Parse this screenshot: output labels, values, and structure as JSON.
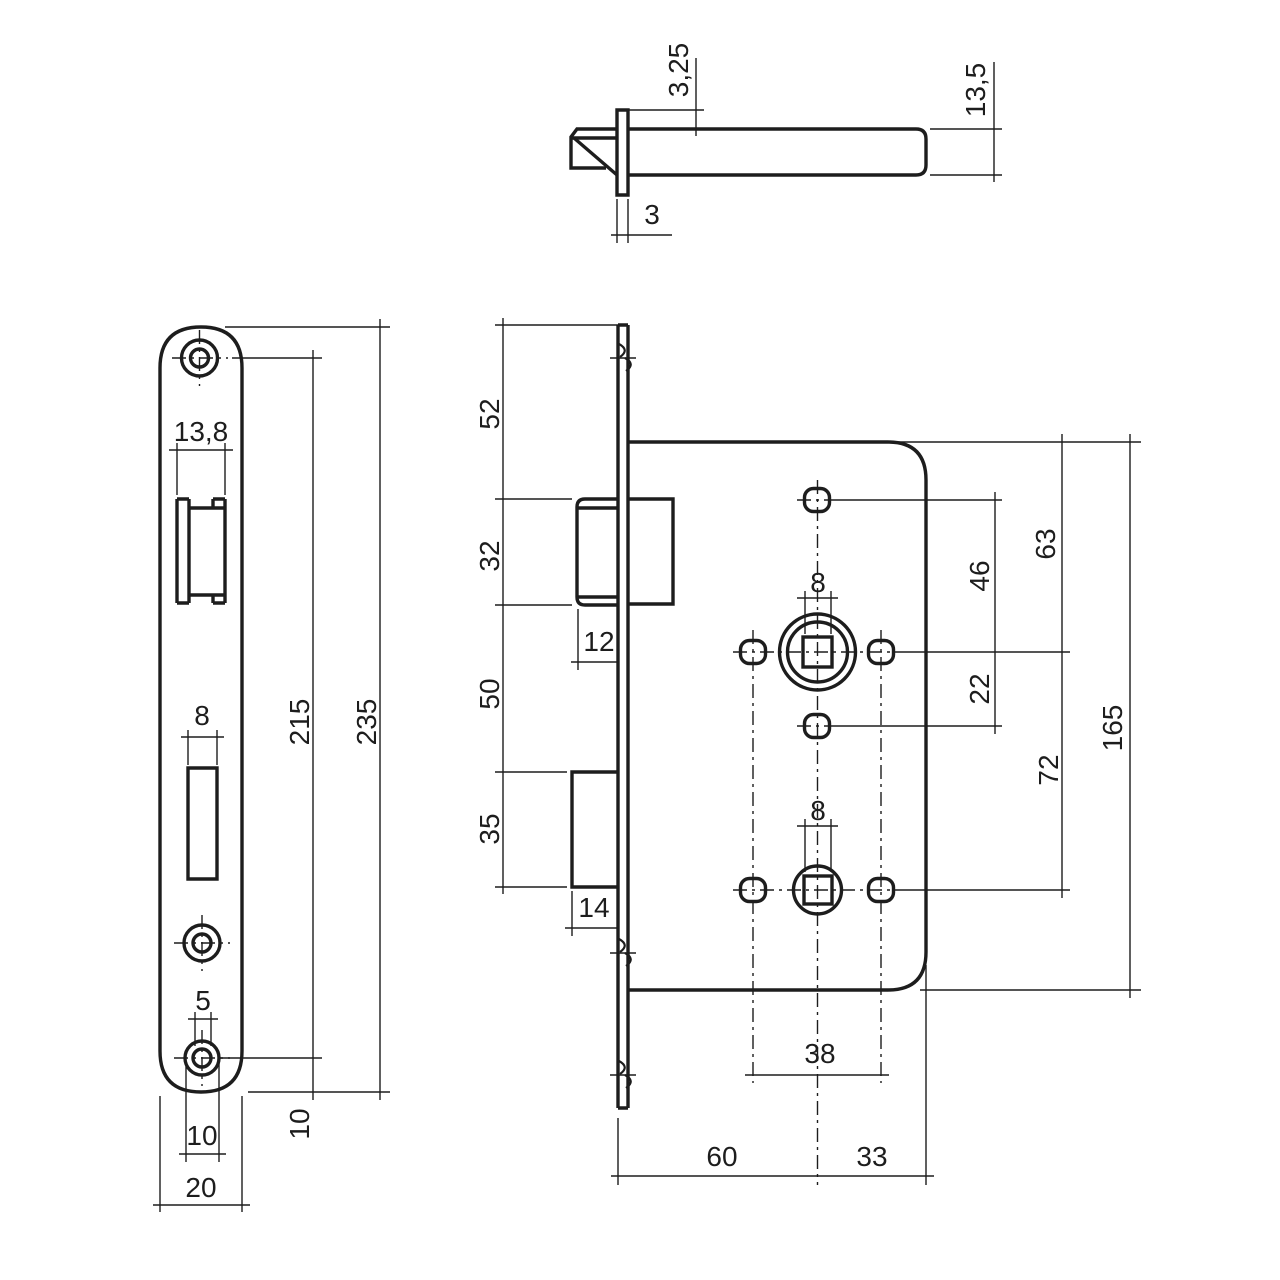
{
  "drawing_type": "mortise-lock technical drawing, three orthographic views",
  "colors": {
    "ink": "#1d1d1d",
    "paper": "#ffffff"
  },
  "views": {
    "latch_profile": {
      "dims": {
        "faceplate_to_body": "3,25",
        "latch_height": "13,5",
        "faceplate_thickness": "3"
      }
    },
    "faceplate_front": {
      "dims": {
        "latch_cutout_width": "13,8",
        "bolt_cutout_width": "8",
        "screw_hole_centers": "215",
        "plate_length": "235",
        "pilot_hole": "5",
        "hole_edge_offset": "10",
        "countersink_width": "10",
        "plate_width": "20"
      }
    },
    "lock_case_side": {
      "dims": {
        "top_to_latch": "52",
        "latch_height": "32",
        "latch_to_bolt": "50",
        "bolt_height": "35",
        "latch_throw": "12",
        "bolt_throw": "14",
        "spindle_square_upper": "8",
        "spindle_square_lower": "8",
        "hole_above_spindle": "46",
        "case_top_to_spindle": "63",
        "spindle_to_hole_below": "22",
        "spindle_centers": "72",
        "case_height": "165",
        "fixing_hole_centers": "38",
        "backset": "60",
        "spindle_to_case_back": "33"
      }
    }
  }
}
